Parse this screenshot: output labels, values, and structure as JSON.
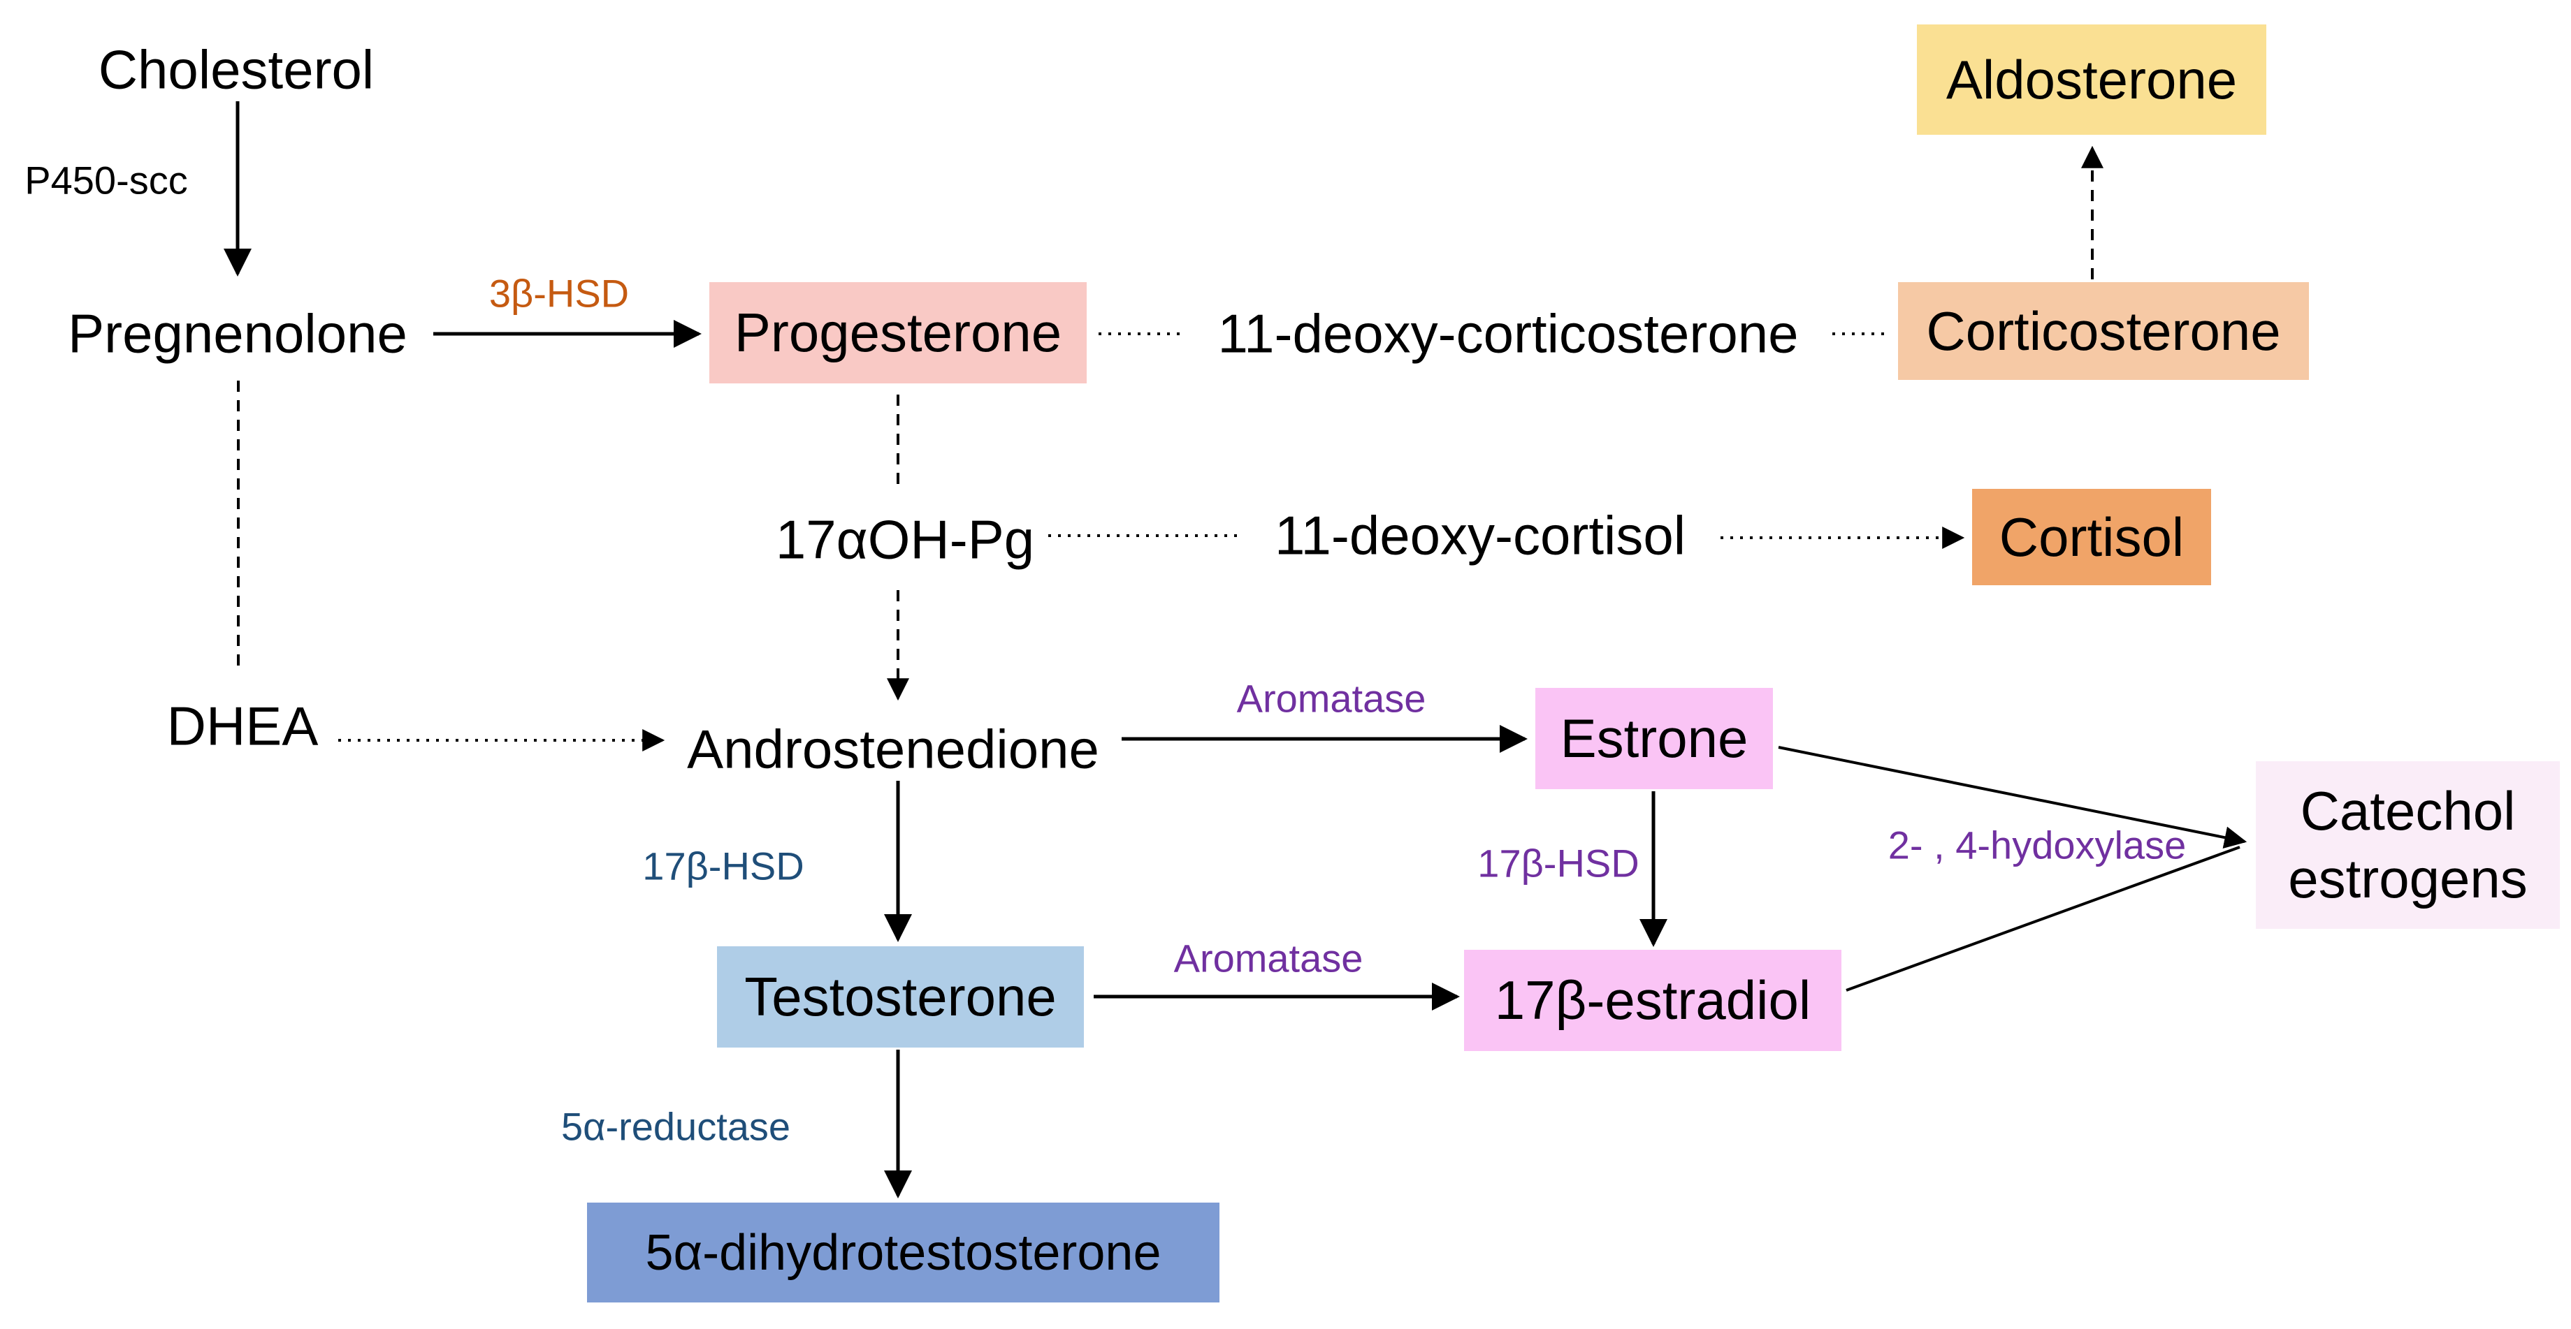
{
  "diagram": {
    "nodes": {
      "cholesterol": {
        "label": "Cholesterol"
      },
      "pregnenolone": {
        "label": "Pregnenolone"
      },
      "progesterone": {
        "label": "Progesterone",
        "fill": "#F9C9C5"
      },
      "deoxycorticosterone": {
        "label": "11-deoxy-corticosterone"
      },
      "corticosterone": {
        "label": "Corticosterone",
        "fill": "#F6C9A5"
      },
      "aldosterone": {
        "label": "Aldosterone",
        "fill": "#FAE093"
      },
      "ohpg": {
        "label": "17αOH-Pg"
      },
      "deoxycortisol": {
        "label": "11-deoxy-cortisol"
      },
      "cortisol": {
        "label": "Cortisol",
        "fill": "#F0A468"
      },
      "dhea": {
        "label": "DHEA"
      },
      "androstenedione": {
        "label": "Androstenedione"
      },
      "estrone": {
        "label": "Estrone",
        "fill": "#FAC4F5"
      },
      "testosterone": {
        "label": "Testosterone",
        "fill": "#AFCDE7"
      },
      "estradiol": {
        "label": "17β-estradiol",
        "fill": "#FAC4F5"
      },
      "catechol_estrogens": {
        "label": "Catechol estrogens",
        "fill": "#FAEDF8"
      },
      "dht": {
        "label": "5α-dihydrotestosterone",
        "fill": "#7E9CD4"
      }
    },
    "enzymes": {
      "p450scc": {
        "label": "P450-scc",
        "color": "#000000"
      },
      "hsd3b": {
        "label": "3β-HSD",
        "color": "#C55A11"
      },
      "aromatase_estrone": {
        "label": "Aromatase",
        "color": "#7030A0"
      },
      "hsd17b_androgen": {
        "label": "17β-HSD",
        "color": "#1F4E79"
      },
      "hsd17b_estrogen": {
        "label": "17β-HSD",
        "color": "#7030A0"
      },
      "aromatase_estradiol": {
        "label": "Aromatase",
        "color": "#7030A0"
      },
      "hydroxylase24": {
        "label": "2- , 4-hydoxylase",
        "color": "#7030A0"
      },
      "reductase5a": {
        "label": "5α-reductase",
        "color": "#1F4E79"
      }
    },
    "palette": {
      "line": "#000000",
      "background": "#FFFFFF"
    }
  }
}
